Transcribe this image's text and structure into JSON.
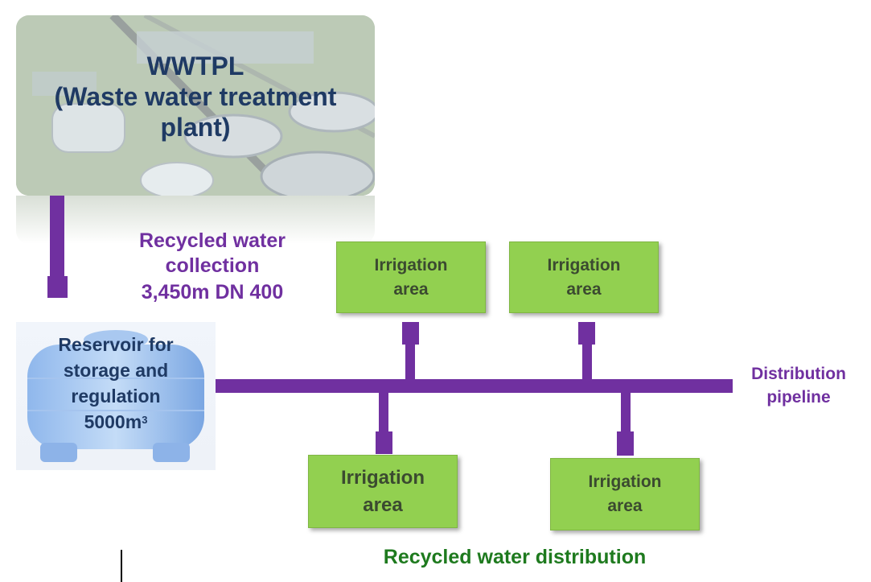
{
  "plant": {
    "title_line1": "WWTPL",
    "title_line2": "(Waste water treatment",
    "title_line3": "plant)"
  },
  "collection": {
    "line1": "Recycled water",
    "line2": "collection",
    "line3": "3,450m DN 400"
  },
  "reservoir": {
    "line1": "Reservoir for",
    "line2": "storage and",
    "line3": "regulation",
    "line4_base": "5000m",
    "line4_sup": "3"
  },
  "irrigation_areas": [
    {
      "line1": "Irrigation",
      "line2": "area"
    },
    {
      "line1": "Irrigation",
      "line2": "area"
    },
    {
      "line1": "Irrigation",
      "line2": "area"
    },
    {
      "line1": "Irrigation",
      "line2": "area"
    }
  ],
  "distribution": {
    "line1": "Distribution",
    "line2": "pipeline"
  },
  "footer": {
    "label": "Recycled water distribution"
  },
  "colors": {
    "pipe": "#7030a0",
    "irrigation_fill": "#92d050",
    "title_blue": "#1f3a64",
    "footer_green": "#1e7a1e"
  }
}
